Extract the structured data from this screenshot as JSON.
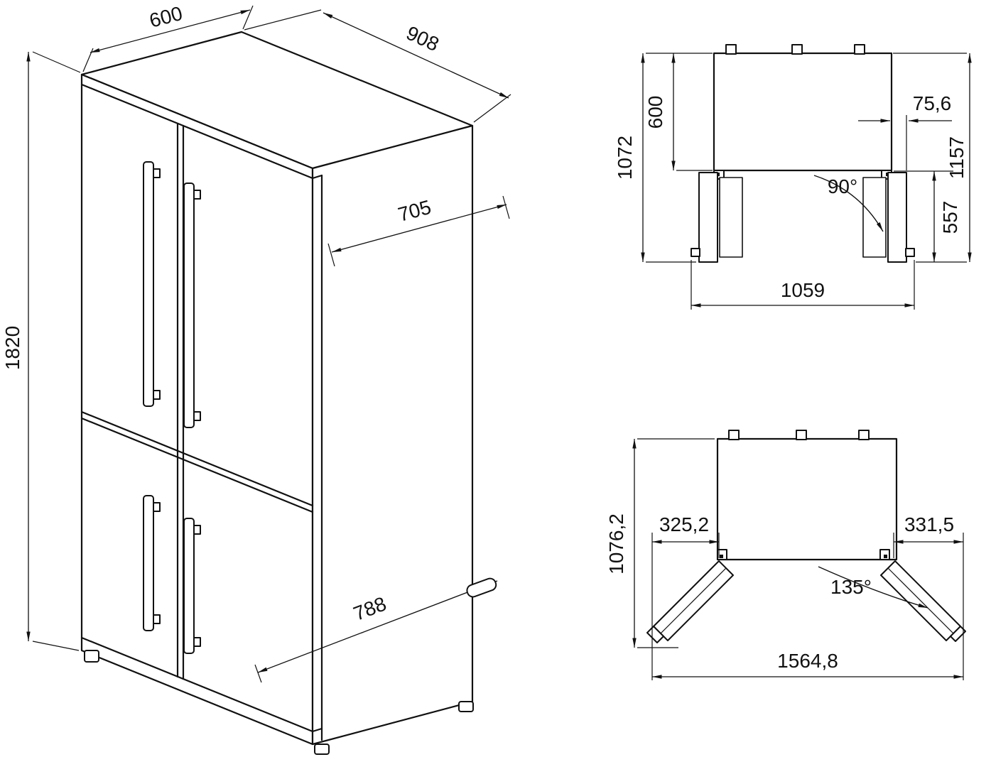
{
  "page": {
    "background": "#ffffff",
    "line_color": "#111111"
  },
  "isometric_view": {
    "dims": {
      "top_depth": "600",
      "top_width": "908",
      "side_depth": "705",
      "height": "1820",
      "bottom_width": "788"
    }
  },
  "top_view_90": {
    "dims": {
      "depth_total_left": "1072",
      "cabinet_depth": "600",
      "door_side_protrusion": "75,6",
      "depth_total_right": "1157",
      "open_angle": "90°",
      "door_swing_depth": "557",
      "width_doors_open": "1059"
    }
  },
  "top_view_135": {
    "dims": {
      "depth_total": "1076,2",
      "left_clearance": "325,2",
      "right_clearance": "331,5",
      "open_angle": "135°",
      "width_total": "1564,8"
    }
  }
}
